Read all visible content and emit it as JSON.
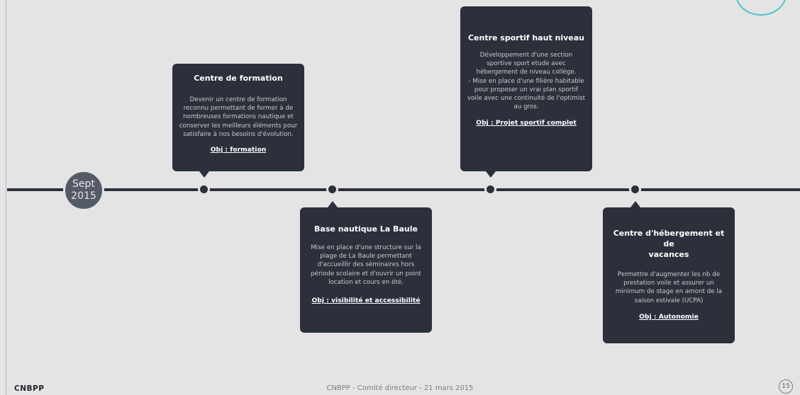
{
  "start": {
    "line1": "Sept",
    "line2": "2015"
  },
  "cards": [
    {
      "title": "Centre de formation",
      "lines": [
        "Devenir un centre de formation",
        "reconnu permettant de former à de",
        "nombreuses formations nautique et",
        "conserver les meilleurs éléments pour",
        "satisfaire à nos besoins d'évolution."
      ],
      "objective": "Obj : formation"
    },
    {
      "title": "Base nautique La Baule",
      "lines": [
        "Mise en place d'une structure sur la",
        "plage de La Baule permettant",
        "d'accueillir des séminaires hors",
        "période scolaire et d'ouvrir un point",
        "location et cours en été."
      ],
      "objective": "Obj : visibilité et accessibilité"
    },
    {
      "title": "Centre sportif haut niveau",
      "lines": [
        "Développement d'une section",
        "sportive sport  etude avec",
        "hébergement de niveau collège.",
        "- Mise en place d'une filière habitable",
        "pour proposer un vrai plan sportif",
        "voile avec une continuité de l'optimist",
        "au gros."
      ],
      "objective": "Obj : Projet sportif complet"
    },
    {
      "title_line1": "Centre d'hébergement et de",
      "title_line2": "vacances",
      "lines": [
        "Permettre d'augmenter les nb de",
        "prestation voile et assurer un",
        "minimum de stage en amont de la",
        "saison estivale (UCPA)"
      ],
      "objective": "Obj : Autonomie"
    }
  ],
  "footer": {
    "logo": "CNBPP",
    "text": "CNBPP - Comité directeur - 21 mars 2015",
    "page_number": "15"
  },
  "colors": {
    "card": "#2b303b",
    "background": "#e4e4e4",
    "accent": "#4ec3c8"
  }
}
